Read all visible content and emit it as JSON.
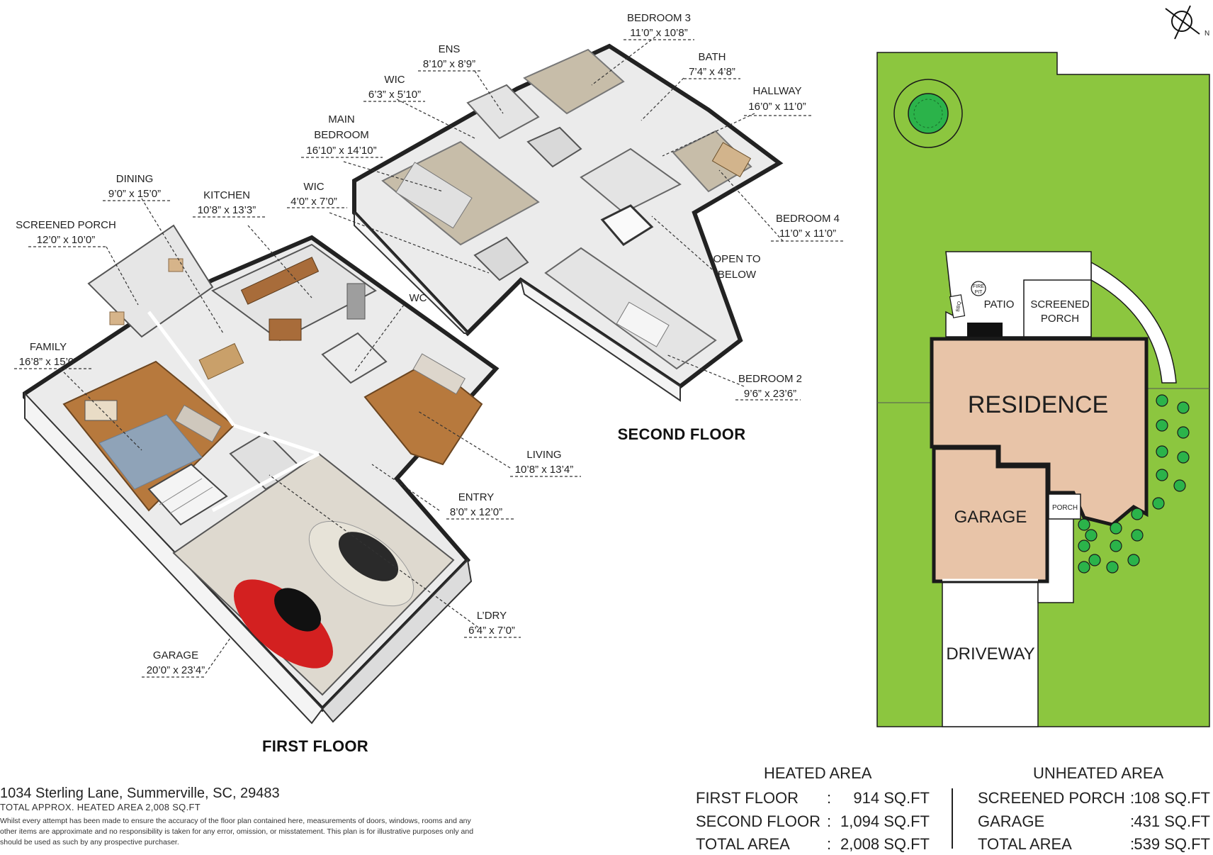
{
  "floors": {
    "first": "FIRST FLOOR",
    "second": "SECOND FLOOR"
  },
  "rooms": {
    "screened_porch": {
      "name": "SCREENED PORCH",
      "dims": "12’0” x 10’0”"
    },
    "dining": {
      "name": "DINING",
      "dims": "9’0” x 15’0”"
    },
    "kitchen": {
      "name": "KITCHEN",
      "dims": "10’8” x 13’3”"
    },
    "wc": {
      "name": "WC"
    },
    "family": {
      "name": "FAMILY",
      "dims": "16’8” x 15’0”"
    },
    "living": {
      "name": "LIVING",
      "dims": "10’8” x 13’4”"
    },
    "entry": {
      "name": "ENTRY",
      "dims": "8’0” x 12’0”"
    },
    "laundry": {
      "name": "L’DRY",
      "dims": "6’4” x 7’0”"
    },
    "garage": {
      "name": "GARAGE",
      "dims": "20’0” x 23’4”"
    },
    "main_bedroom": {
      "name_line1": "MAIN",
      "name_line2": "BEDROOM",
      "dims": "16’10” x 14’10”"
    },
    "wic1": {
      "name": "WIC",
      "dims": "6’3” x 5’10”"
    },
    "ens": {
      "name": "ENS",
      "dims": "8’10” x 8’9”"
    },
    "bedroom3": {
      "name": "BEDROOM 3",
      "dims": "11’0” x 10’8”"
    },
    "bath": {
      "name": "BATH",
      "dims": "7’4” x 4’8”"
    },
    "hallway": {
      "name": "HALLWAY",
      "dims": "16’0” x 11’0”"
    },
    "wic2": {
      "name": "WIC",
      "dims": "4’0” x 7’0”"
    },
    "bedroom4": {
      "name": "BEDROOM 4",
      "dims": "11’0” x 11’0”"
    },
    "open_below": {
      "name_line1": "OPEN TO",
      "name_line2": "BELOW"
    },
    "bedroom2": {
      "name": "BEDROOM 2",
      "dims": "9’6” x 23’6”"
    }
  },
  "site_plan": {
    "compass": "N",
    "residence": "RESIDENCE",
    "garage": "GARAGE",
    "driveway": "DRIVEWAY",
    "patio": "PATIO",
    "screened_porch_line1": "SCREENED",
    "screened_porch_line2": "PORCH",
    "porch": "PORCH",
    "bbq": "BBQ",
    "fire_pit_line1": "FIRE",
    "fire_pit_line2": "PIT",
    "colors": {
      "lawn": "#8cc63f",
      "building": "#e8c4a8",
      "tree": "#2bb34a",
      "outline": "#1a1a1a"
    }
  },
  "address": "1034 Sterling Lane, Summerville, SC, 29483",
  "total_approx": "TOTAL APPROX. HEATED AREA 2,008 SQ.FT",
  "disclaimer": "Whilst every attempt has been made to ensure the accuracy of the floor plan contained here, measurements of doors, windows, rooms and any other items are approximate and no responsibility is taken for any error, omission, or misstatement. This plan is for illustrative purposes only and should be used as such by any prospective purchaser.",
  "heated": {
    "title": "HEATED AREA",
    "rows": [
      {
        "label": "FIRST FLOOR",
        "value": "914 SQ.FT"
      },
      {
        "label": "SECOND FLOOR",
        "value": "1,094 SQ.FT"
      },
      {
        "label": "TOTAL AREA",
        "value": "2,008 SQ.FT"
      }
    ]
  },
  "unheated": {
    "title": "UNHEATED AREA",
    "rows": [
      {
        "label": "SCREENED PORCH",
        "value": "108 SQ.FT"
      },
      {
        "label": "GARAGE",
        "value": "431 SQ.FT"
      },
      {
        "label": "TOTAL AREA",
        "value": "539 SQ.FT"
      }
    ]
  },
  "colon": ":"
}
